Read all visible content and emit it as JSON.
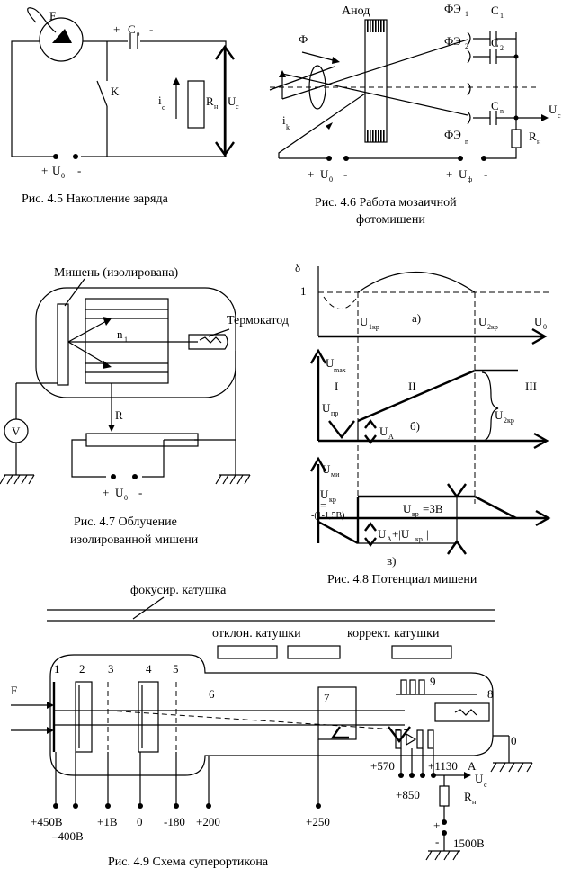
{
  "fig45": {
    "caption": "Рис. 4.5  Накопление заряда",
    "F": "F",
    "C": "C",
    "C_sub": "э",
    "K": "K",
    "ic": "i",
    "ic_sub": "c",
    "Rn": "R",
    "Rn_sub": "н",
    "Uc": "U",
    "Uc_sub": "c",
    "U0": "U",
    "U0_sub": "0",
    "plus": "+",
    "minus": "-"
  },
  "fig46": {
    "caption_line1": "Рис. 4.6  Работа мозаичной",
    "caption_line2": "фотомишени",
    "anode": "Анод",
    "phi": "Ф",
    "fe": "ФЭ",
    "fe1_sub": "1",
    "fe2_sub": "2",
    "fen_sub": "n",
    "c": "C",
    "c1_sub": "1",
    "c2_sub": "2",
    "cn_sub": "n",
    "ik": "i",
    "ik_sub": "k",
    "U0": "U",
    "U0_sub": "0",
    "Uphi": "U",
    "Uphi_sub": "ф",
    "Uc": "U",
    "Uc_sub": "c",
    "Rn": "R",
    "Rn_sub": "н",
    "plus": "+",
    "minus": "-"
  },
  "fig47": {
    "caption_line1": "Рис. 4.7  Облучение",
    "caption_line2": "изолированной мишени",
    "target": "Мишень (изолирована)",
    "thermo": "Термокатод",
    "n1": "n",
    "n1_sub": "1",
    "R": "R",
    "V": "V",
    "U0": "U",
    "U0_sub": "0",
    "plus": "+",
    "minus": "-"
  },
  "fig48": {
    "caption": "Рис. 4.8  Потенциал мишени",
    "delta": "δ",
    "one": "1",
    "U1kr": "U",
    "U1kr_sub": "1кр",
    "U2kr": "U",
    "U2kr_sub": "2кр",
    "a": "а)",
    "U0": "U",
    "U0_sub": "0",
    "Umax": "U",
    "Umax_sub": "max",
    "I": "I",
    "II": "II",
    "III": "III",
    "Upr": "U",
    "Upr_sub": "пр",
    "UA": "U",
    "UA_sub": "A",
    "b": "б)",
    "U2kr_b": "U",
    "U2kr_b_sub": "2кр",
    "Umi": "U",
    "Umi_sub": "ми",
    "Ukr": "U",
    "Ukr_sub": "кр",
    "eq": "=",
    "range": "-(1-1,5В)",
    "Uvr": "U",
    "Uvr_sub": "вр",
    "Uvr_val": "=3В",
    "UA2": "U",
    "UA2_sub": "A",
    "plusUkr": "+|U",
    "plusUkr_sub": "кр",
    "bar": "|",
    "v": "в)"
  },
  "fig49": {
    "caption": "Рис. 4.9  Схема суперортикона",
    "focus": "фокусир. катушка",
    "deflect": "отклон. катушки",
    "correct": "коррект. катушки",
    "F": "F",
    "n1": "1",
    "n2": "2",
    "n3": "3",
    "n4": "4",
    "n5": "5",
    "n6": "6",
    "n7": "7",
    "n8": "8",
    "n9": "9",
    "n0": "0",
    "v570": "+570",
    "v850": "+850",
    "v1130": "+1130",
    "A": "A",
    "Uc": "U",
    "Uc_sub": "c",
    "Rn": "R",
    "Rn_sub": "н",
    "v450": "+450B",
    "v400": "–400B",
    "v1": "+1B",
    "v0": "0",
    "v180": "-180",
    "v200": "+200",
    "v250": "+250",
    "plus": "+",
    "minus": "-",
    "v1500": "1500B"
  }
}
